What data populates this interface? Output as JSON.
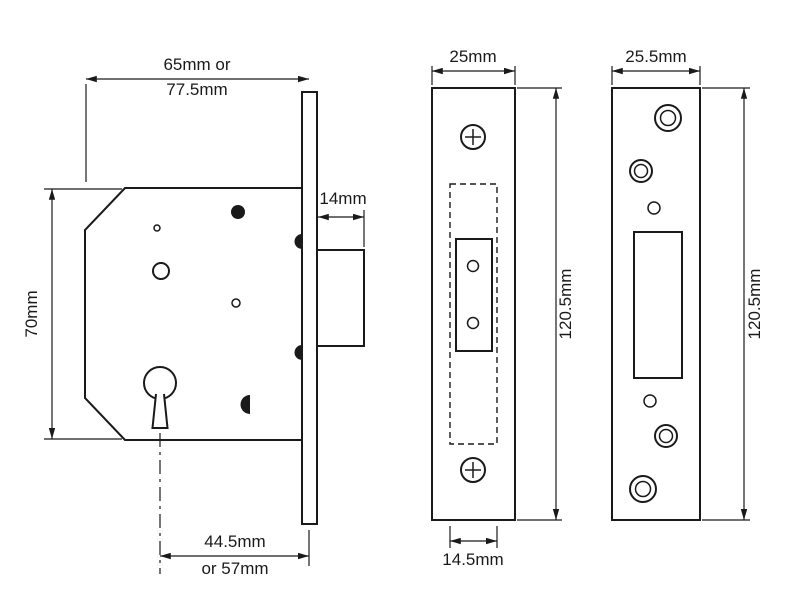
{
  "drawing": {
    "subject": "mortice-deadlock-technical-drawing",
    "labels": {
      "body_width_1": "65mm or",
      "body_width_2": "77.5mm",
      "body_height": "70mm",
      "bolt_throw": "14mm",
      "backset_1": "44.5mm",
      "backset_2": "or 57mm",
      "faceplate_width": "25mm",
      "faceplate_height": "120.5mm",
      "bolt_width": "14.5mm",
      "strike_width": "25.5mm",
      "strike_height": "120.5mm"
    },
    "colors": {
      "line": "#1a1a1a",
      "background": "#ffffff"
    }
  }
}
